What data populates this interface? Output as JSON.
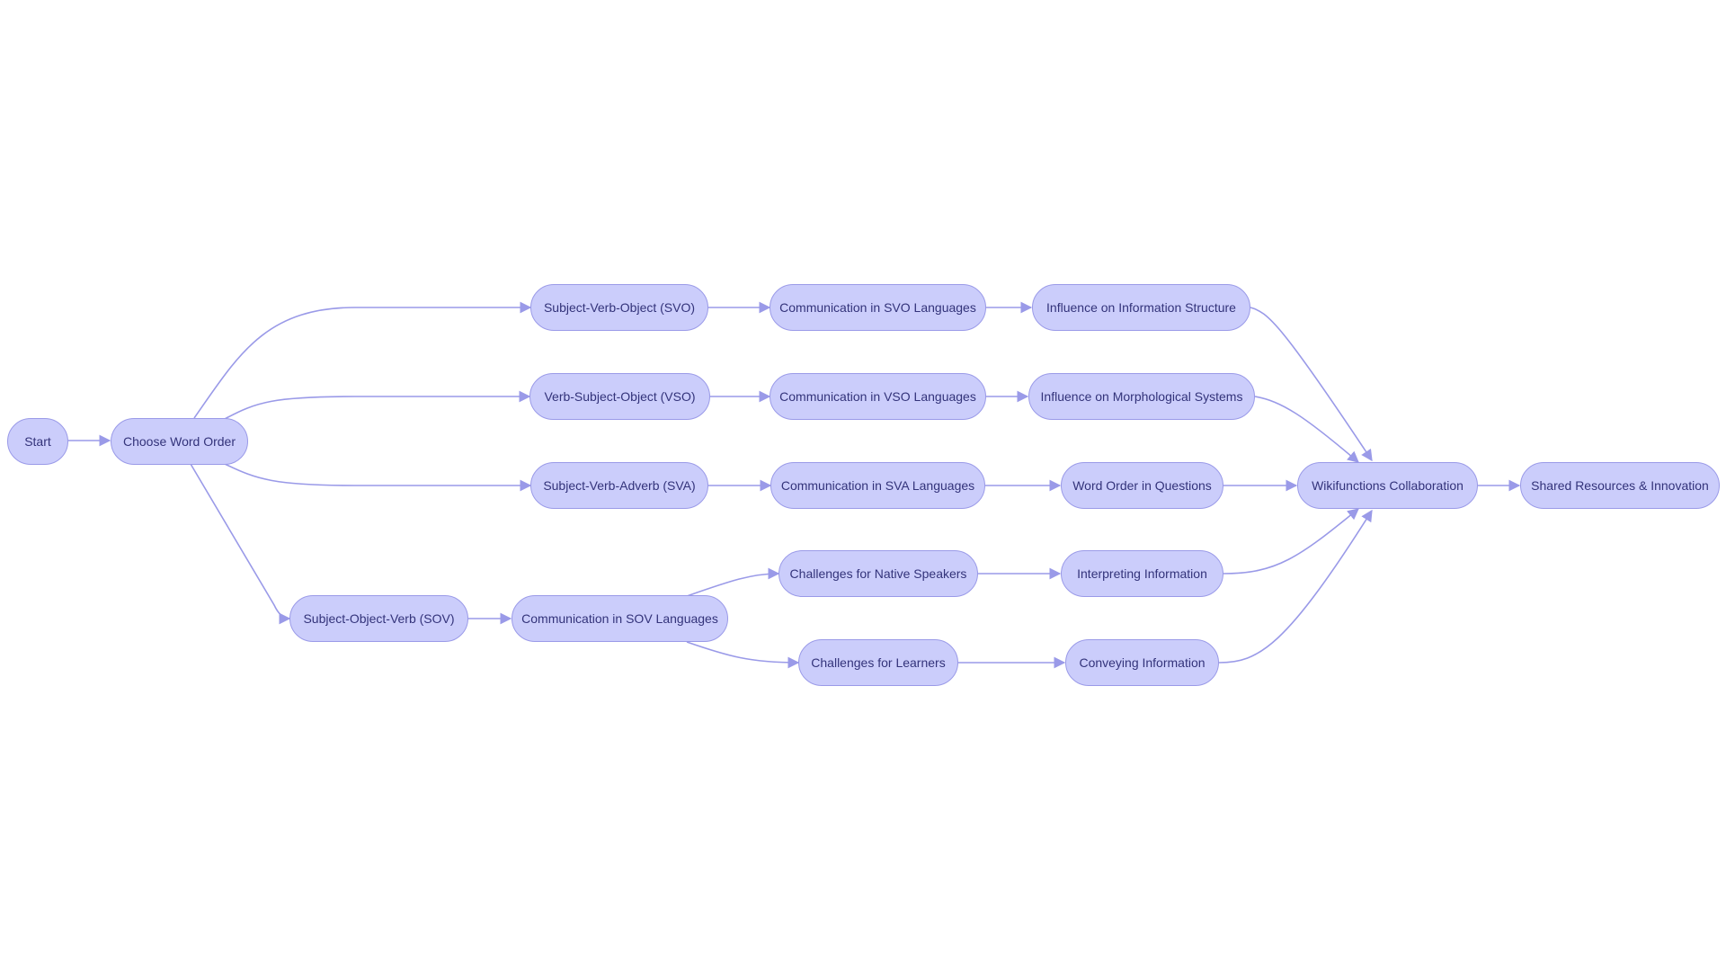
{
  "diagram": {
    "colors": {
      "node_fill": "#cbcdfb",
      "node_stroke": "#9a9ae8",
      "edge": "#9a9ae8",
      "text": "#33337a"
    },
    "nodes": {
      "start": "Start",
      "choose": "Choose Word Order",
      "svo": "Subject-Verb-Object (SVO)",
      "vso": "Verb-Subject-Object (VSO)",
      "sva": "Subject-Verb-Adverb (SVA)",
      "sov": "Subject-Object-Verb (SOV)",
      "comm_svo": "Communication in SVO Languages",
      "comm_vso": "Communication in VSO Languages",
      "comm_sva": "Communication in SVA Languages",
      "comm_sov": "Communication in SOV Languages",
      "infl_info": "Influence on Information Structure",
      "infl_morph": "Influence on Morphological Systems",
      "questions": "Word Order in Questions",
      "native": "Challenges for Native Speakers",
      "learners": "Challenges for Learners",
      "interpreting": "Interpreting Information",
      "conveying": "Conveying Information",
      "wikifunctions": "Wikifunctions Collaboration",
      "shared": "Shared Resources & Innovation"
    },
    "edges": [
      [
        "start",
        "choose"
      ],
      [
        "choose",
        "svo"
      ],
      [
        "choose",
        "vso"
      ],
      [
        "choose",
        "sva"
      ],
      [
        "choose",
        "sov"
      ],
      [
        "svo",
        "comm_svo"
      ],
      [
        "vso",
        "comm_vso"
      ],
      [
        "sva",
        "comm_sva"
      ],
      [
        "sov",
        "comm_sov"
      ],
      [
        "comm_svo",
        "infl_info"
      ],
      [
        "comm_vso",
        "infl_morph"
      ],
      [
        "comm_sva",
        "questions"
      ],
      [
        "comm_sov",
        "native"
      ],
      [
        "comm_sov",
        "learners"
      ],
      [
        "native",
        "interpreting"
      ],
      [
        "learners",
        "conveying"
      ],
      [
        "infl_info",
        "wikifunctions"
      ],
      [
        "infl_morph",
        "wikifunctions"
      ],
      [
        "questions",
        "wikifunctions"
      ],
      [
        "interpreting",
        "wikifunctions"
      ],
      [
        "conveying",
        "wikifunctions"
      ],
      [
        "wikifunctions",
        "shared"
      ]
    ]
  }
}
